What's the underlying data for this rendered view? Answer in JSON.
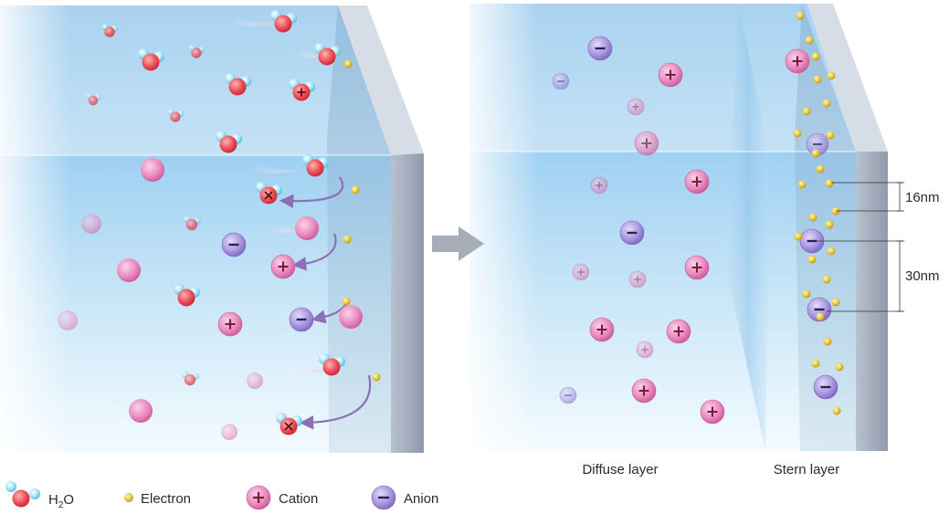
{
  "labels": {
    "diffuse_layer": "Diffuse layer",
    "stern_layer": "Stern layer",
    "dim_16": "16nm",
    "dim_30": "30nm"
  },
  "legend": {
    "water": "H",
    "water_sub": "2",
    "water_o": "O",
    "electron": "Electron",
    "cation": "Cation",
    "anion": "Anion"
  },
  "colors": {
    "cation": "#e07ab0",
    "anion": "#9b86d6",
    "oxygen": "#e8434f",
    "hydrogen": "#7fd3f0",
    "electron": "#e3c232",
    "arrow": "#8c70b5",
    "electrode": "#9aa6b8"
  }
}
